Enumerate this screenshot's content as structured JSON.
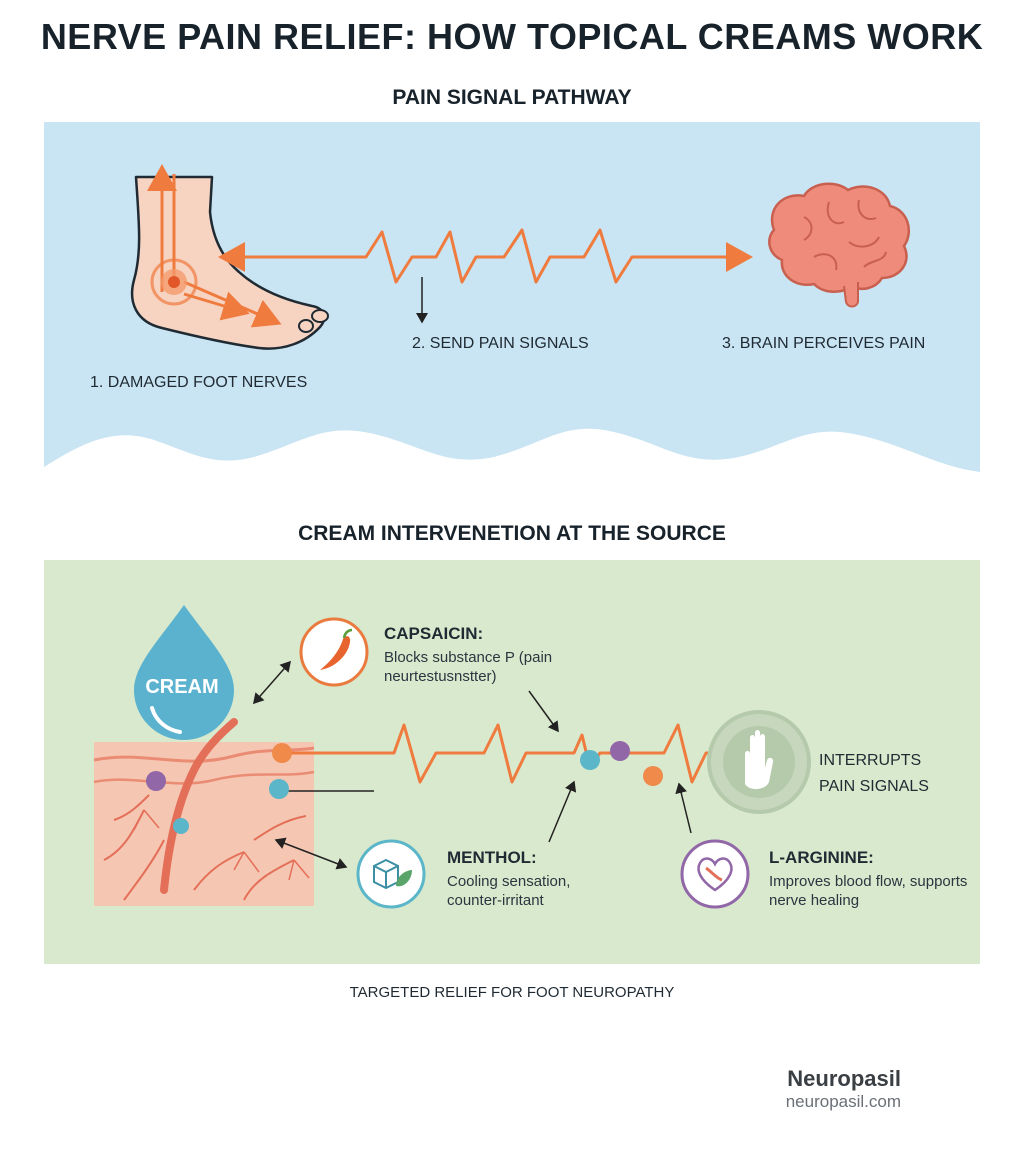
{
  "title": "NERVE PAIN RELIEF: HOW TOPICAL CREAMS WORK",
  "pathway": {
    "heading": "PAIN SIGNAL PATHWAY",
    "steps": [
      "1. DAMAGED FOOT NERVES",
      "2. SEND PAIN SIGNALS",
      "3. BRAIN PERCEIVES PAIN"
    ]
  },
  "intervention": {
    "heading": "CREAM INTERVENETION AT THE SOURCE",
    "cream_label": "CREAM",
    "ingredients": [
      {
        "name": "CAPSAICIN:",
        "desc_line1": "Blocks substance P (pain",
        "desc_line2": "neurtestusnstter)",
        "icon": "chili-pepper-icon",
        "color": "#ea7b3f"
      },
      {
        "name": "MENTHOL:",
        "desc_line1": "Cooling sensation,",
        "desc_line2": "counter-irritant",
        "icon": "cube-leaf-icon",
        "color": "#5ab6c8"
      },
      {
        "name": "L-ARGININE:",
        "desc_line1": "Improves blood flow, supports",
        "desc_line2": "nerve healing",
        "icon": "heart-vessel-icon",
        "color": "#9167a8"
      }
    ],
    "interrupt_line1": "INTERRUPTS",
    "interrupt_line2": "PAIN SIGNALS"
  },
  "footer": "TARGETED RELIEF FOR FOOT NEUROPATHY",
  "brand": {
    "name": "Neuropasil",
    "url": "neuropasil.com"
  },
  "colors": {
    "signal": "#ef7b3f",
    "pathway_bg": "#c9e4f2",
    "intervention_bg": "#d9e9cd",
    "brain": "#ef8b7a",
    "cream_drop": "#5bb2cf"
  }
}
